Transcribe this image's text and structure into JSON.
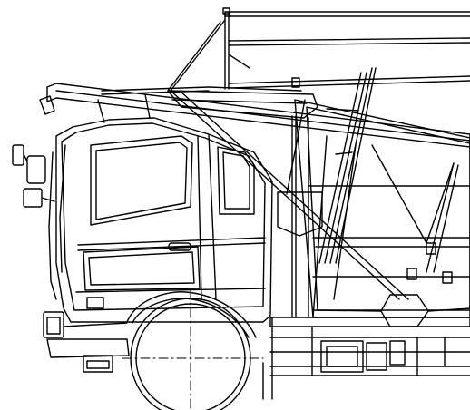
{
  "drawing": {
    "subject": "truck-technical-line-drawing",
    "line_color": "#000000",
    "background_color": "#ffffff",
    "parts": [
      "cab",
      "windshield",
      "side-window",
      "door",
      "door-handle",
      "side-mirror",
      "front-bumper",
      "headlight",
      "front-wheel",
      "wheel-centerline",
      "chassis-frame",
      "upper-boom",
      "cross-brace",
      "hopper-body",
      "hopper-support-node",
      "mast-ladder",
      "roof-rack-rails"
    ]
  }
}
